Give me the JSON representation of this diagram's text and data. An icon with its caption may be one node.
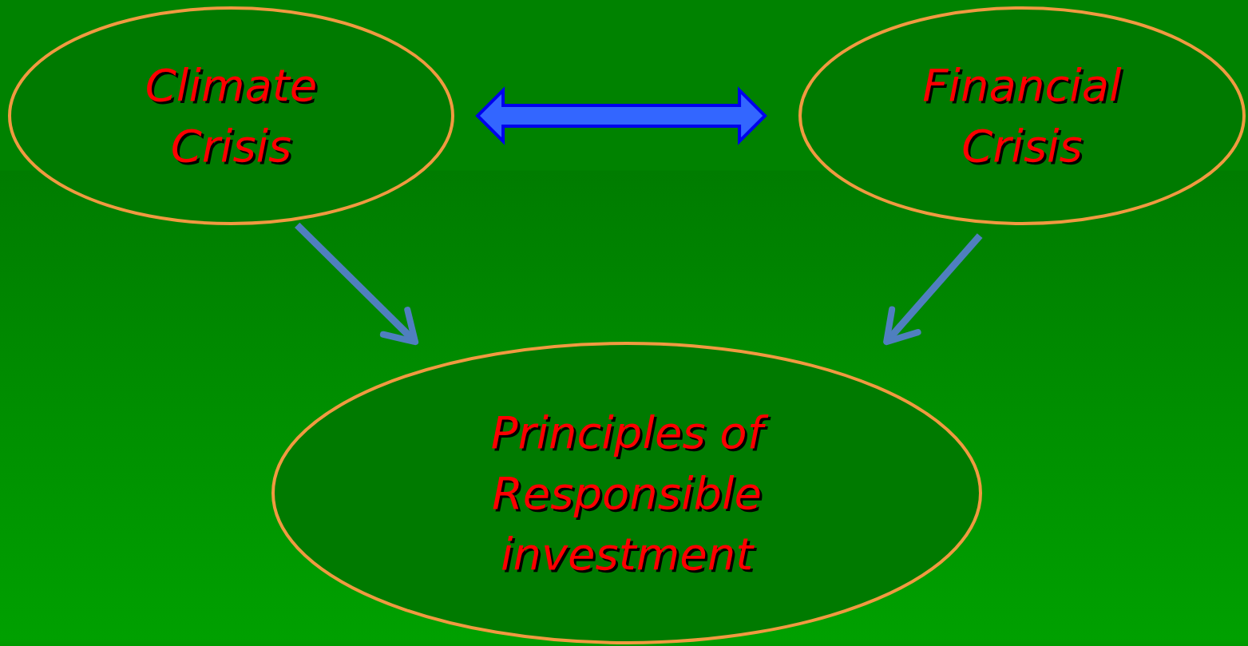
{
  "diagram": {
    "nodes": [
      {
        "text": [
          "Climate Crisis"
        ]
      },
      {
        "text": [
          "Financial Crisis"
        ]
      },
      {
        "text": [
          "Principles of Responsible investment"
        ]
      }
    ],
    "edges": [
      {
        "from": 0,
        "to": 1,
        "arrow": "both",
        "style": "thick",
        "color": "#3366ff"
      },
      {
        "from": 0,
        "to": 2,
        "arrow": "to"
      },
      {
        "from": 1,
        "to": 2,
        "arrow": "to"
      }
    ]
  }
}
